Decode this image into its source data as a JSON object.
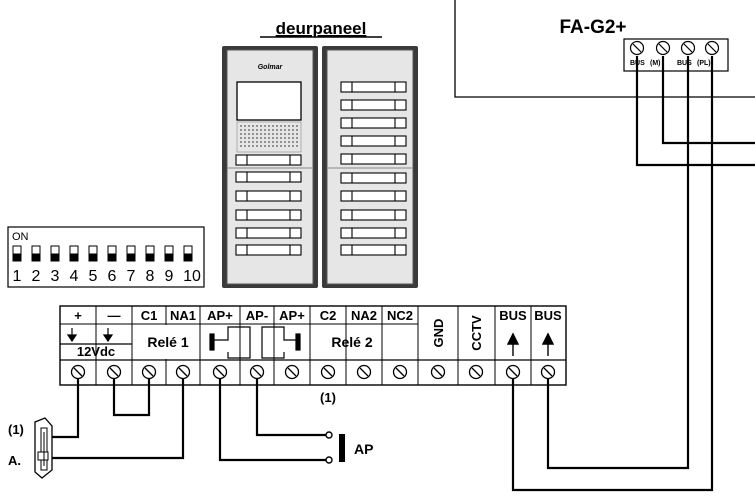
{
  "door_panel": {
    "title": "deurpaneel",
    "brand": "Golmar"
  },
  "unit": {
    "title": "FA-G2+",
    "terminal_labels": [
      "BUS",
      "(M)",
      "BUS",
      "(PL)"
    ]
  },
  "dip_switch": {
    "on_label": "ON",
    "numbers": [
      "1",
      "2",
      "3",
      "4",
      "5",
      "6",
      "7",
      "8",
      "9",
      "10"
    ]
  },
  "terminal_block": {
    "headers": [
      "+",
      "—",
      "C1",
      "NA1",
      "AP+",
      "AP-",
      "AP+",
      "C2",
      "NA2",
      "NC2",
      "GND",
      "CCTV",
      "BUS",
      "BUS"
    ],
    "supply_label": "12Vdc",
    "relay1_label": "Relé 1",
    "relay2_label": "Relé 2",
    "note_marker": "(1)"
  },
  "lock": {
    "marker": "(1)",
    "label": "A."
  },
  "push_button": {
    "label": "AP"
  },
  "colors": {
    "line": "#000000",
    "panel": "#e6e6e6",
    "panel_dark": "#3a3a3a"
  }
}
